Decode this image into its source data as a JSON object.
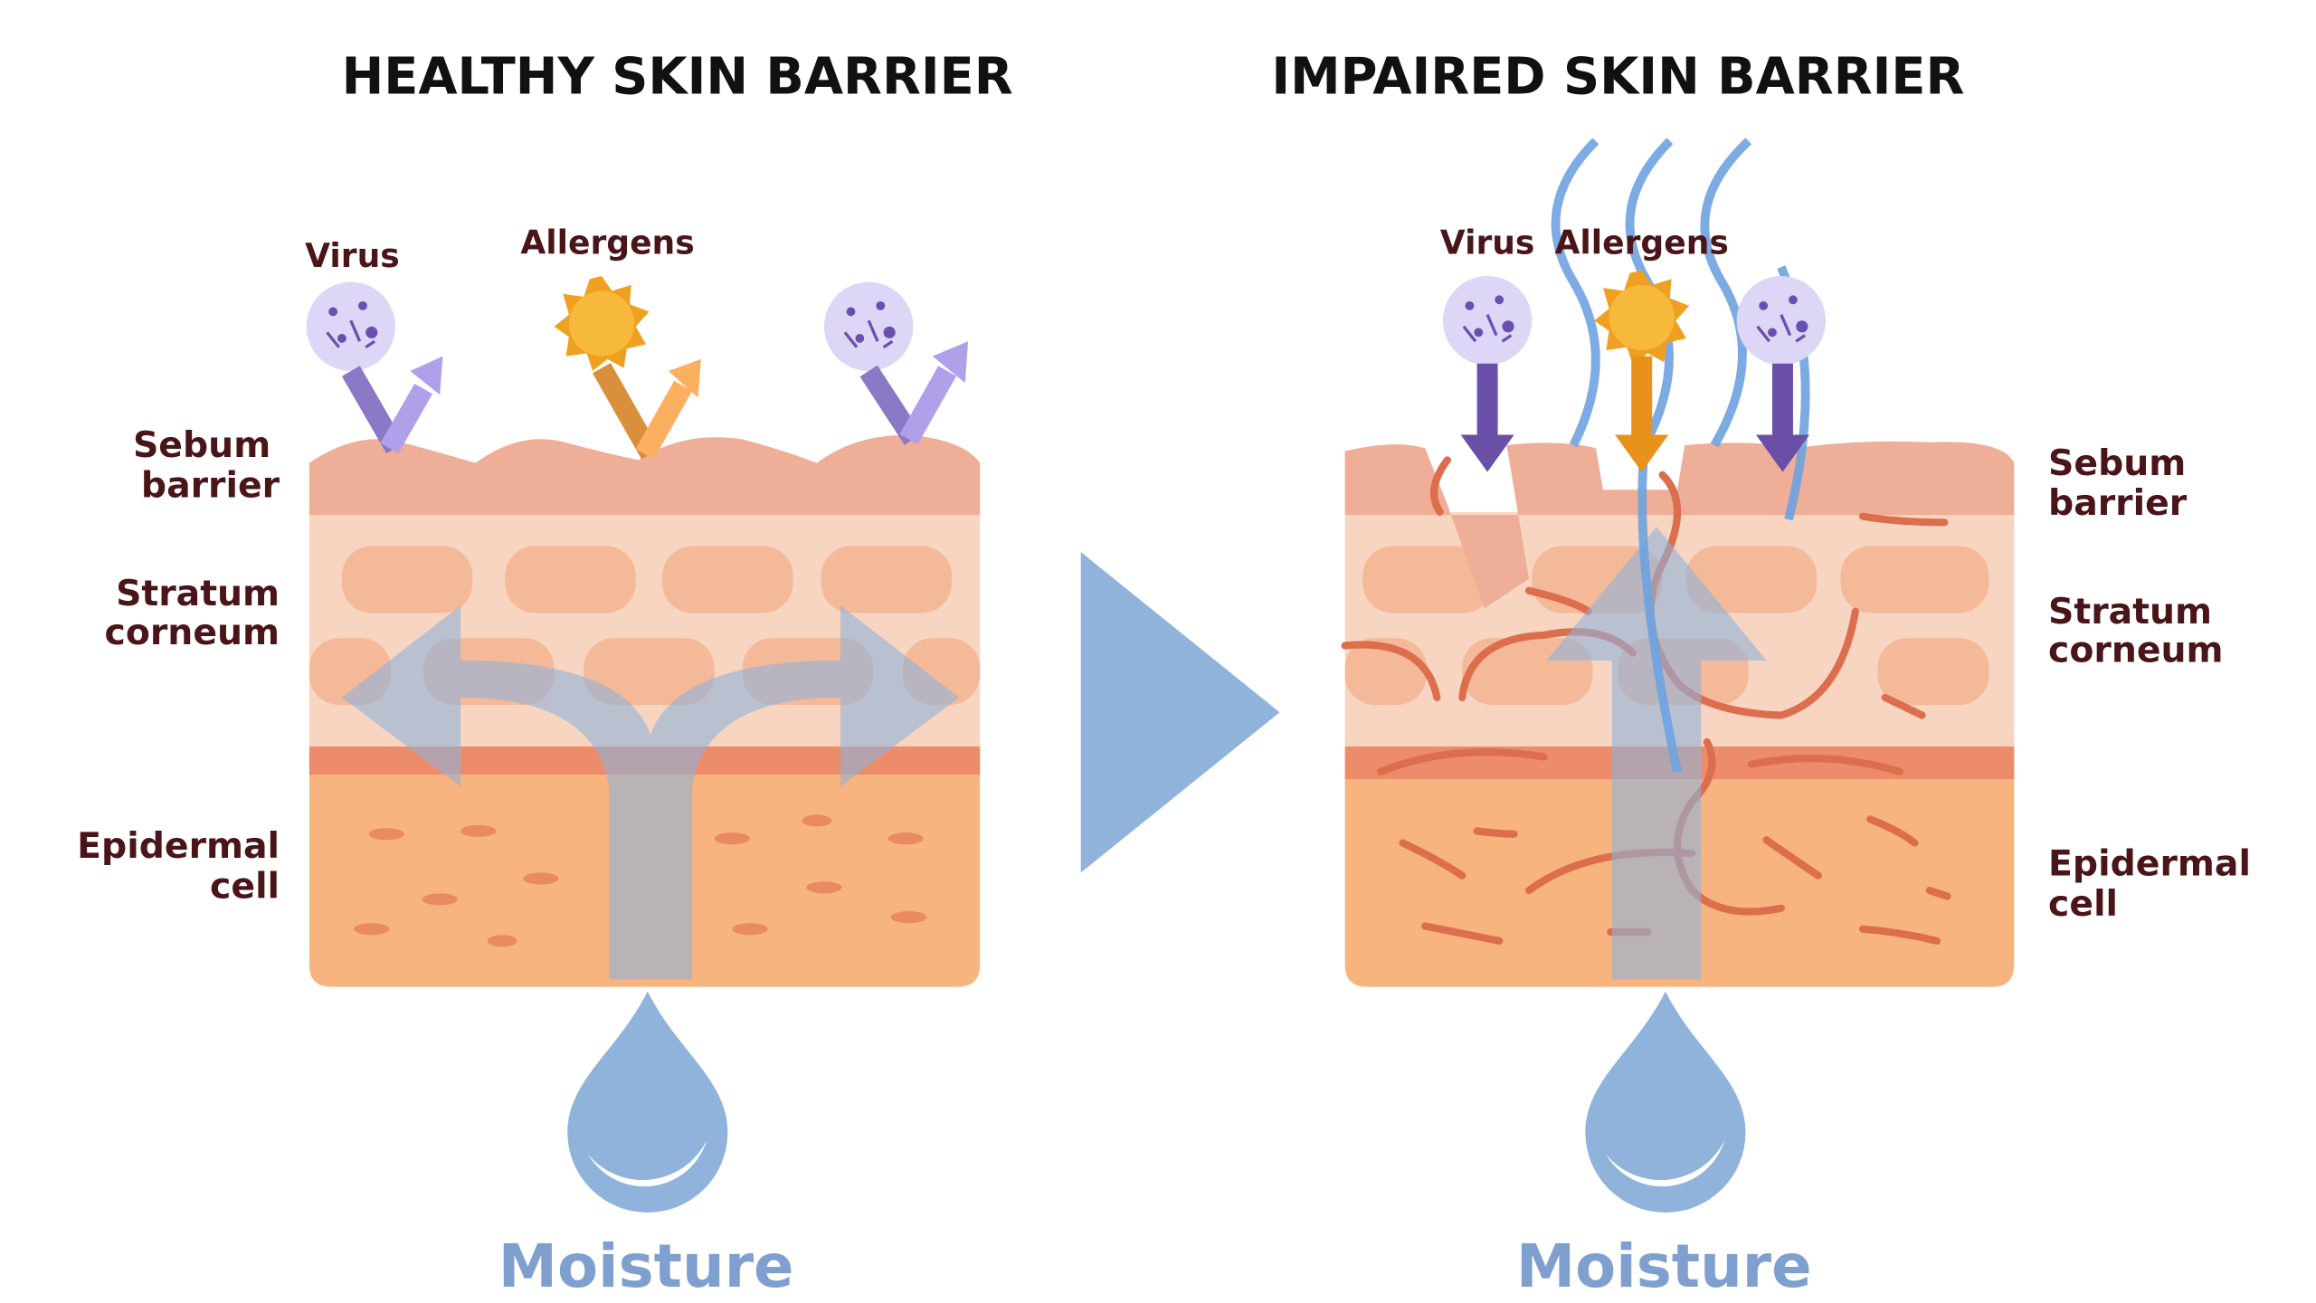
{
  "healthy": {
    "title": "HEALTHY SKIN BARRIER",
    "labels": {
      "sebum_1": "Sebum",
      "sebum_2": "barrier",
      "stratum_1": "Stratum",
      "stratum_2": "corneum",
      "epidermal_1": "Epidermal",
      "epidermal_2": "cell"
    },
    "virus": "Virus",
    "allergens": "Allergens",
    "moisture": "Moisture"
  },
  "impaired": {
    "title": "IMPAIRED SKIN BARRIER",
    "labels": {
      "sebum_1": "Sebum",
      "sebum_2": "barrier",
      "stratum_1": "Stratum",
      "stratum_2": "corneum",
      "epidermal_1": "Epidermal",
      "epidermal_2": "cell"
    },
    "virus": "Virus",
    "allergens": "Allergens",
    "moisture": "Moisture"
  },
  "colors": {
    "sebum": "#eeae98",
    "stratum": "#f8d5c0",
    "cells": "#f4b998",
    "epidermal": "#f7b47f",
    "water": "#8fb3db",
    "text": "#4a1518"
  }
}
